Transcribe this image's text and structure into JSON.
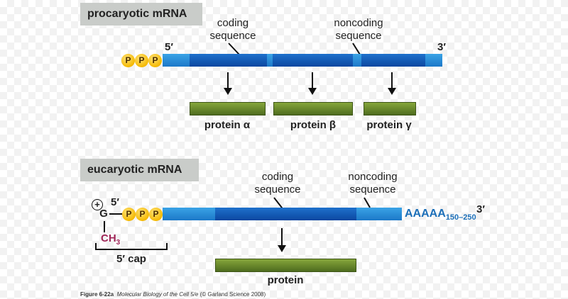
{
  "prokaryotic": {
    "title": "procaryotic mRNA",
    "five_prime": "5′",
    "three_prime": "3′",
    "cap": [
      "P",
      "P",
      "P"
    ],
    "coding_label": "coding\nsequence",
    "noncoding_label": "noncoding\nsequence",
    "proteins": [
      "protein α",
      "protein β",
      "protein γ"
    ]
  },
  "eukaryotic": {
    "title": "eucaryotic mRNA",
    "plus_symbol": "+",
    "five_prime": "5′",
    "three_prime": "3′",
    "guanine": "G",
    "methyl": "CH",
    "methyl_sub": "3",
    "cap": [
      "P",
      "P",
      "P"
    ],
    "coding_label": "coding\nsequence",
    "noncoding_label": "noncoding\nsequence",
    "poly_a": "AAAAA",
    "poly_a_sub": "150–250",
    "cap_label": "5′ cap",
    "protein": "protein"
  },
  "caption": {
    "figure": "Figure 6-22a",
    "book": "Molecular Biology of the Cell 5/e",
    "credit": "(© Garland Science 2008)"
  },
  "colors": {
    "coding_blue": "#0b47a0",
    "untranslated_blue": "#1c78c8",
    "protein_green": "#5f7f27",
    "cap_yellow": "#f5b900",
    "methyl_magenta": "#a02658",
    "poly_a_blue": "#1c6fb8"
  }
}
